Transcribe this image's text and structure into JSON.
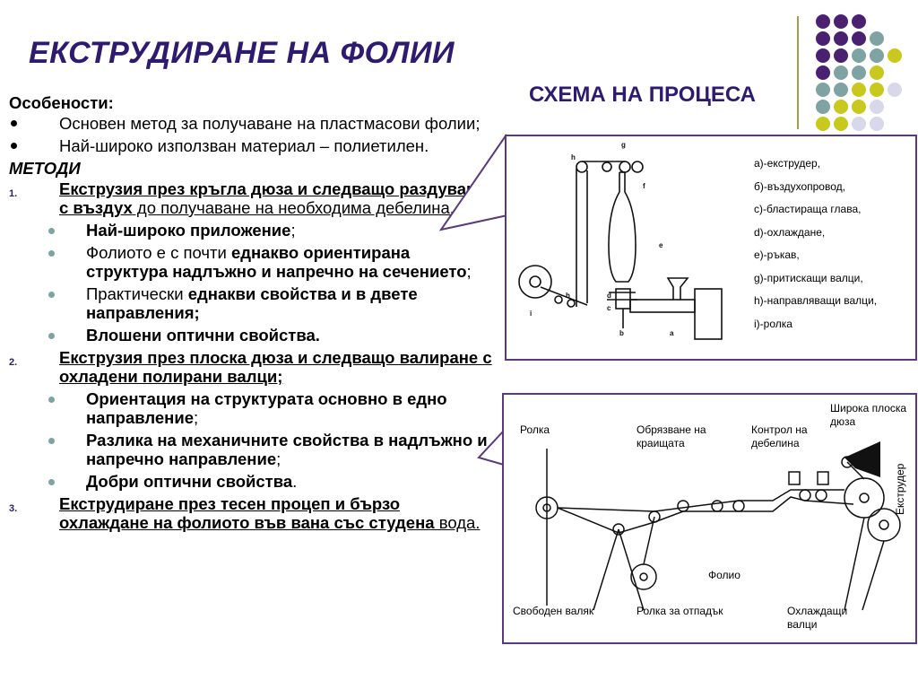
{
  "title": "ЕКСТРУДИРАНЕ НА ФОЛИИ",
  "scheme_title": "СХЕМА НА ПРОЦЕСА",
  "features": {
    "heading": "Особености:",
    "items": [
      "Основен метод за получаване на пластмасови фолии;",
      "Най-широко използван материал – полиетилен."
    ]
  },
  "methods": {
    "heading": "МЕТОДИ",
    "m1": {
      "num": "1.",
      "title_bold": "Екструзия през кръгла дюза и следващо раздуване с въздух",
      "title_rest": " до получаване на необходима дебелина.",
      "b1": "Най-широко приложение",
      "b1_end": ";",
      "b2_pre": "Фолиото е с почти ",
      "b2_bold": "еднакво ориентирана структура надлъжно и напречно на сечението",
      "b2_end": ";",
      "b3_pre": "Практически ",
      "b3_bold": "еднакви свойства и в двете направления;",
      "b4": "Влошени оптични свойства."
    },
    "m2": {
      "num": "2.",
      "title_bold": "Екструзия през плоска дюза и следващо валиране с охладени полирани валци;",
      "b1_bold": "Ориентация на структурата основно в едно направление",
      "b1_end": ";",
      "b2_bold": "Разлика на механичните свойства в надлъжно и напречно направление",
      "b2_end": ";",
      "b3_bold": "Добри оптични свойства",
      "b3_end": "."
    },
    "m3": {
      "num": "3.",
      "title_bold": "Екструдиране през тесен процеп и бързо охлаждане на фолиото във вана със студена",
      "title_rest": " вода."
    }
  },
  "diagram1": {
    "legend": [
      "a)-екструдер,",
      "б)-въздухопровод,",
      "c)-бластираща глава,",
      "d)-охлаждане,",
      "e)-ръкав,",
      "g)-притискащи валци,",
      "h)-направляващи валци,",
      "i)-ролка"
    ],
    "letters": [
      "h",
      "g",
      "f",
      "e",
      "h",
      "i",
      "d",
      "c",
      "b",
      "a"
    ]
  },
  "diagram2": {
    "roll": "Ролка",
    "trim": "Обрязване на краищата",
    "thickness": "Контрол на дебелина",
    "die": "Широка плоска дюза",
    "extruder": "Екструдер",
    "film": "Фолио",
    "free_roll": "Свободен валяк",
    "waste_roll": "Ролка за отпадък",
    "cooling": "Охлаждащи валци"
  },
  "colors": {
    "title": "#2e1a6e",
    "dot_purple": "#4a2070",
    "dot_teal": "#7fa3a3",
    "dot_yellow": "#c8c81e",
    "dot_lavender": "#d8d8ea",
    "box_border": "#5a3a7a"
  }
}
